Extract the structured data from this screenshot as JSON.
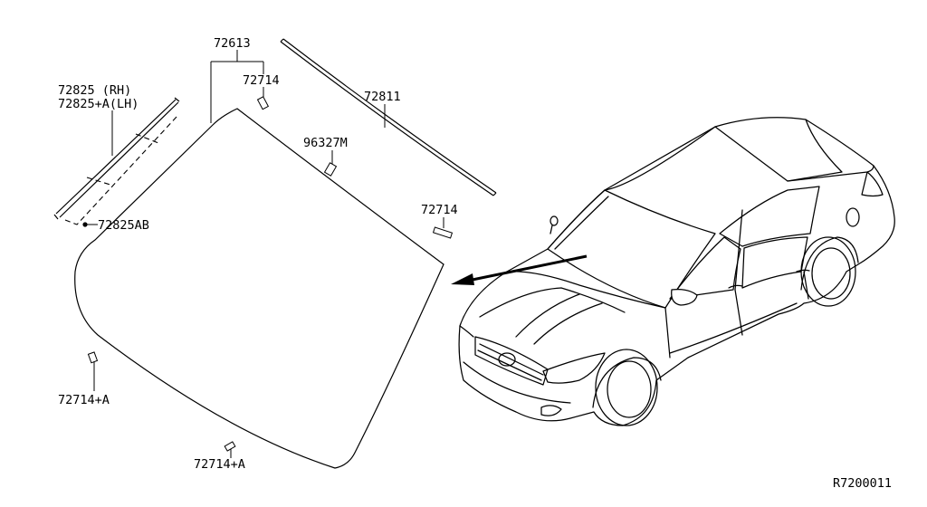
{
  "labels": {
    "moulding_rh": "72825  (RH)",
    "moulding_lh": "72825+A(LH)",
    "moulding_ab": "72825AB",
    "glass_assembly": "72613",
    "spacer_top": "72714",
    "upper_moulding": "72811",
    "mirror_base": "96327M",
    "spacer_right": "72714",
    "spacer_left_bottom": "72714+A",
    "spacer_bottom": "72714+A",
    "diagram_code": "R7200011"
  }
}
